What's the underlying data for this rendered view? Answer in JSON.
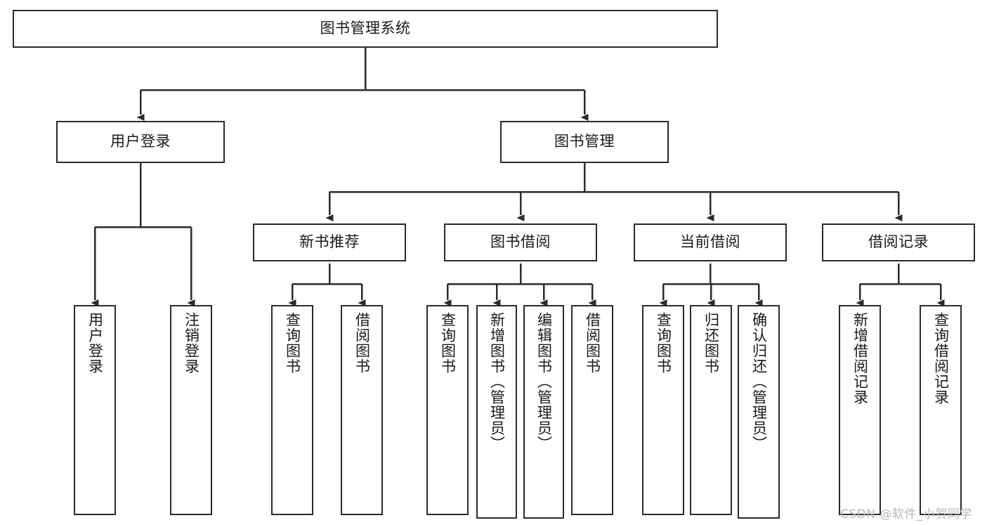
{
  "diagram": {
    "type": "tree-hierarchy-diagram",
    "title": "图书管理系统",
    "orientation": "top-down",
    "colors": {
      "box_border": "#2b2b2b",
      "box_fill": "#ffffff",
      "connector": "#2b2b2b",
      "text": "#1a1a1a",
      "watermark": "#b9b9b9",
      "background": "#ffffff"
    },
    "levels": {
      "level1": [
        "图书管理系统"
      ],
      "level2": [
        "用户登录",
        "图书管理"
      ],
      "level3": [
        "新书推荐",
        "图书借阅",
        "当前借阅",
        "借阅记录"
      ],
      "level4": [
        "用户登录",
        "注销登录",
        "查询图书",
        "借阅图书",
        "查询图书",
        "新增图书（管理员）",
        "编辑图书（管理员）",
        "借阅图书",
        "查询图书",
        "归还图书",
        "确认归还（管理员）",
        "新增借阅记录",
        "查询借阅记录"
      ]
    },
    "root": {
      "id": "root",
      "label": "图书管理系统"
    },
    "branches": [
      {
        "id": "user-login",
        "label": "用户登录",
        "children": [
          {
            "id": "user-login-leaf",
            "label": "用户登录"
          },
          {
            "id": "user-logout-leaf",
            "label": "注销登录"
          }
        ]
      },
      {
        "id": "book-management",
        "label": "图书管理",
        "children": [
          {
            "id": "new-book-recommend",
            "label": "新书推荐",
            "children": [
              {
                "id": "query-book-1",
                "label": "查询图书"
              },
              {
                "id": "borrow-book-1",
                "label": "借阅图书"
              }
            ]
          },
          {
            "id": "book-borrow",
            "label": "图书借阅",
            "children": [
              {
                "id": "query-book-2",
                "label": "查询图书"
              },
              {
                "id": "add-book-admin",
                "label": "新增图书（管理员）"
              },
              {
                "id": "edit-book-admin",
                "label": "编辑图书（管理员）"
              },
              {
                "id": "borrow-book-2",
                "label": "借阅图书"
              }
            ]
          },
          {
            "id": "current-borrow",
            "label": "当前借阅",
            "children": [
              {
                "id": "query-book-3",
                "label": "查询图书"
              },
              {
                "id": "return-book",
                "label": "归还图书"
              },
              {
                "id": "confirm-return-admin",
                "label": "确认归还（管理员）"
              }
            ]
          },
          {
            "id": "borrow-record",
            "label": "借阅记录",
            "children": [
              {
                "id": "add-borrow-record",
                "label": "新增借阅记录"
              },
              {
                "id": "query-borrow-record",
                "label": "查询借阅记录"
              }
            ]
          }
        ]
      }
    ]
  },
  "watermark": {
    "text": "CSDN @软件_小贺同学"
  }
}
